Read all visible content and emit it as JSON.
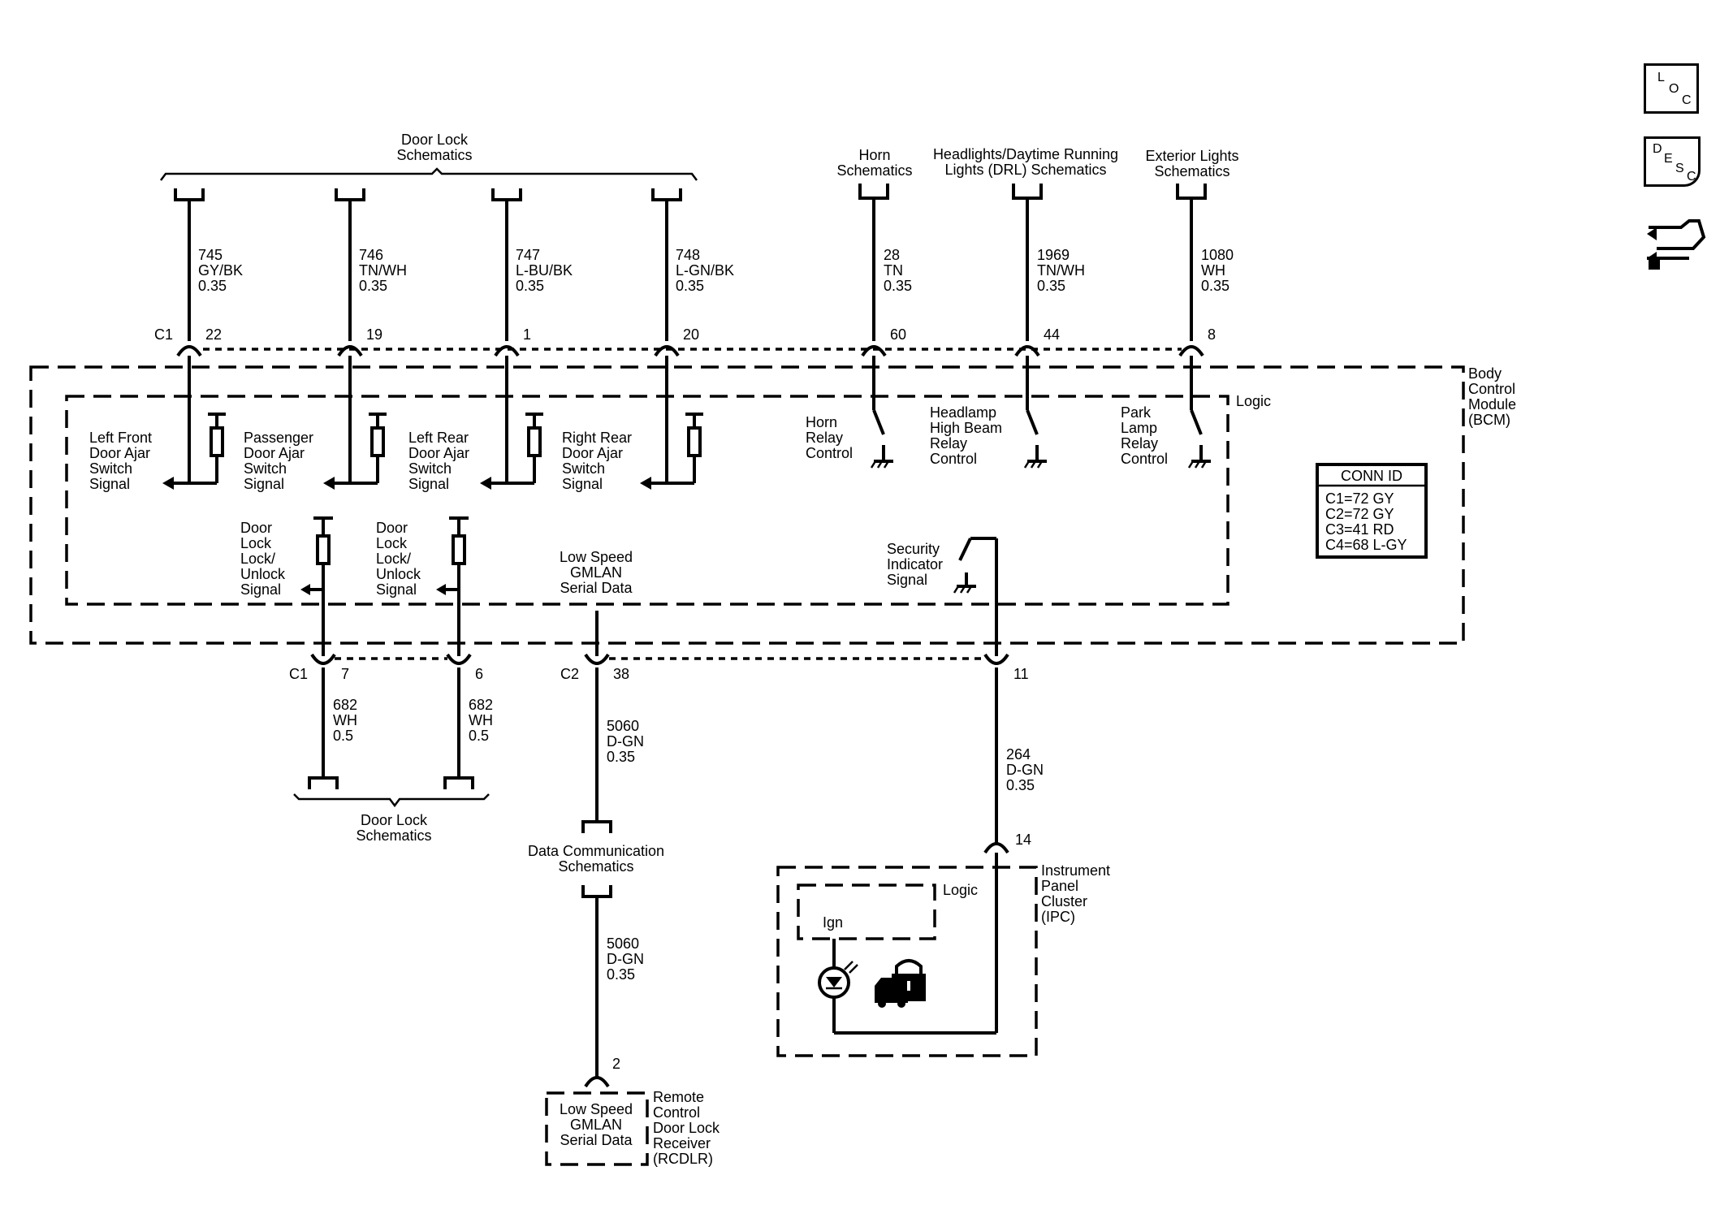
{
  "side_icons": {
    "loc": [
      "L",
      "O",
      "C"
    ],
    "desc": [
      "D",
      "E",
      "S",
      "C"
    ]
  },
  "top_schematics": {
    "door_lock": [
      "Door Lock",
      "Schematics"
    ],
    "horn": [
      "Horn",
      "Schematics"
    ],
    "headlights": [
      "Headlights/Daytime Running",
      "Lights (DRL) Schematics"
    ],
    "exterior": [
      "Exterior Lights",
      "Schematics"
    ]
  },
  "top_wires": [
    {
      "circuit": "745",
      "color": "GY/BK",
      "size": "0.35",
      "pin": "22"
    },
    {
      "circuit": "746",
      "color": "TN/WH",
      "size": "0.35",
      "pin": "19"
    },
    {
      "circuit": "747",
      "color": "L-BU/BK",
      "size": "0.35",
      "pin": "1"
    },
    {
      "circuit": "748",
      "color": "L-GN/BK",
      "size": "0.35",
      "pin": "20"
    },
    {
      "circuit": "28",
      "color": "TN",
      "size": "0.35",
      "pin": "60"
    },
    {
      "circuit": "1969",
      "color": "TN/WH",
      "size": "0.35",
      "pin": "44"
    },
    {
      "circuit": "1080",
      "color": "WH",
      "size": "0.35",
      "pin": "8"
    }
  ],
  "connector_c1": "C1",
  "connector_c2": "C2",
  "bcm": {
    "name": [
      "Body",
      "Control",
      "Module",
      "(BCM)"
    ],
    "logic": "Logic",
    "ajar_signals": [
      [
        "Left Front",
        "Door Ajar",
        "Switch",
        "Signal"
      ],
      [
        "Passenger",
        "Door Ajar",
        "Switch",
        "Signal"
      ],
      [
        "Left Rear",
        "Door Ajar",
        "Switch",
        "Signal"
      ],
      [
        "Right Rear",
        "Door Ajar",
        "Switch",
        "Signal"
      ]
    ],
    "relays": [
      [
        "Horn",
        "Relay",
        "Control"
      ],
      [
        "Headlamp",
        "High Beam",
        "Relay",
        "Control"
      ],
      [
        "Park",
        "Lamp",
        "Relay",
        "Control"
      ]
    ],
    "lock_signals": [
      [
        "Door",
        "Lock",
        "Lock/",
        "Unlock",
        "Signal"
      ],
      [
        "Door",
        "Lock",
        "Lock/",
        "Unlock",
        "Signal"
      ]
    ],
    "gmlan": [
      "Low Speed",
      "GMLAN",
      "Serial Data"
    ],
    "security": [
      "Security",
      "Indicator",
      "Signal"
    ]
  },
  "conn_id": {
    "title": "CONN ID",
    "rows": [
      "C1=72 GY",
      "C2=72 GY",
      "C3=41 RD",
      "C4=68 L-GY"
    ]
  },
  "bottom_wires": [
    {
      "pin": "7",
      "circuit": "682",
      "color": "WH",
      "size": "0.5"
    },
    {
      "pin": "6",
      "circuit": "682",
      "color": "WH",
      "size": "0.5"
    },
    {
      "pin": "38",
      "circuit": "5060",
      "color": "D-GN",
      "size": "0.35"
    },
    {
      "pin": "11",
      "circuit": "264",
      "color": "D-GN",
      "size": "0.35"
    }
  ],
  "bottom_door_lock": [
    "Door Lock",
    "Schematics"
  ],
  "data_comm": [
    "Data Communication",
    "Schematics"
  ],
  "wire_5060_lower": {
    "circuit": "5060",
    "color": "D-GN",
    "size": "0.35"
  },
  "rcdlr": {
    "pin": "2",
    "inner": [
      "Low Speed",
      "GMLAN",
      "Serial Data"
    ],
    "name": [
      "Remote",
      "Control",
      "Door Lock",
      "Receiver",
      "(RCDLR)"
    ]
  },
  "ipc": {
    "pin": "14",
    "logic": "Logic",
    "ign": "Ign",
    "name": [
      "Instrument",
      "Panel",
      "Cluster",
      "(IPC)"
    ]
  }
}
